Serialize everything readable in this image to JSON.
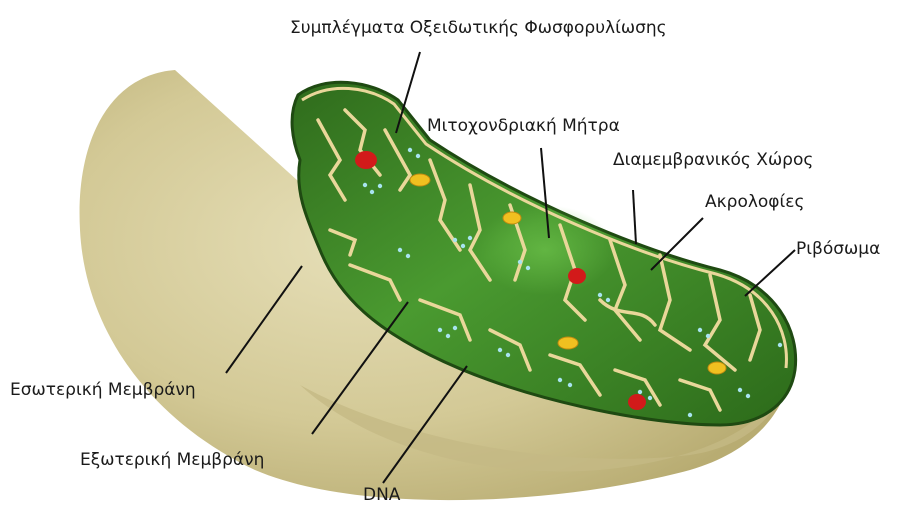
{
  "labels": {
    "oxphos": "Συμπλέγματα Οξειδωτικής Φωσφορυλίωσης",
    "matrix": "Μιτοχονδριακή Μήτρα",
    "intermembrane": "Διαμεμβρανικός Χώρος",
    "cristae": "Ακρολοφίες",
    "ribosome": "Ριβόσωμα",
    "inner_membrane": "Εσωτερική Μεμβράνη",
    "outer_membrane": "Εξωτερική Μεμβράνη",
    "dna": "DNA"
  },
  "colors": {
    "outer_shell": "#d8cfa0",
    "outer_shell_shadow": "#bfb47e",
    "matrix_green": "#3f8a2a",
    "matrix_dark": "#1f4a12",
    "crista_line": "#e9d79a",
    "particle_red": "#d21a1a",
    "particle_yellow": "#f0c020",
    "ribosome_dot": "#a8e4f0",
    "leader_line": "#111111"
  }
}
